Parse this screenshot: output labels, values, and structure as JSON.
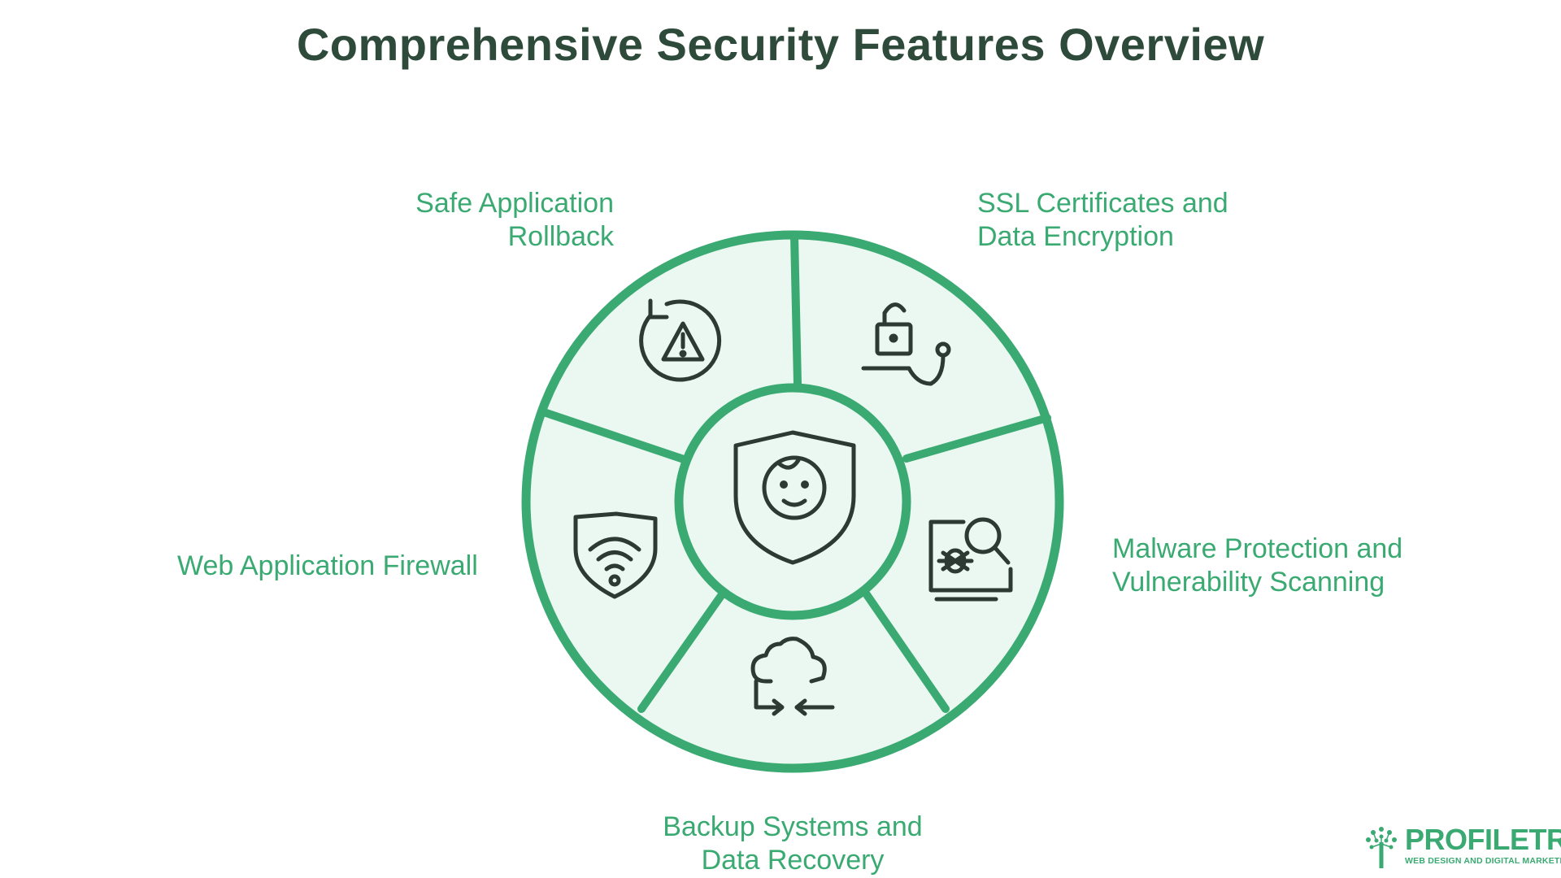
{
  "title": "Comprehensive Security Features Overview",
  "center": {
    "icon": "face-shield-icon"
  },
  "segments": [
    {
      "line1": "Safe Application",
      "line2": "Rollback",
      "icon": "rollback-warning-icon"
    },
    {
      "line1": "SSL Certificates and",
      "line2": "Data Encryption",
      "icon": "padlock-key-icon"
    },
    {
      "line1": "Malware Protection and",
      "line2": "Vulnerability Scanning",
      "icon": "bug-scan-icon"
    },
    {
      "line1": "Backup Systems and",
      "line2": "Data Recovery",
      "icon": "cloud-sync-icon"
    },
    {
      "line1": "Web Application Firewall",
      "line2": "",
      "icon": "wifi-shield-icon"
    }
  ],
  "logo": {
    "name": "PROFILETREE",
    "tagline": "WEB DESIGN AND DIGITAL MARKETING"
  },
  "colors": {
    "accent": "#3aaa72",
    "fill": "#eaf8f1",
    "title": "#2e4a3b",
    "icon_stroke": "#2d3a33"
  }
}
